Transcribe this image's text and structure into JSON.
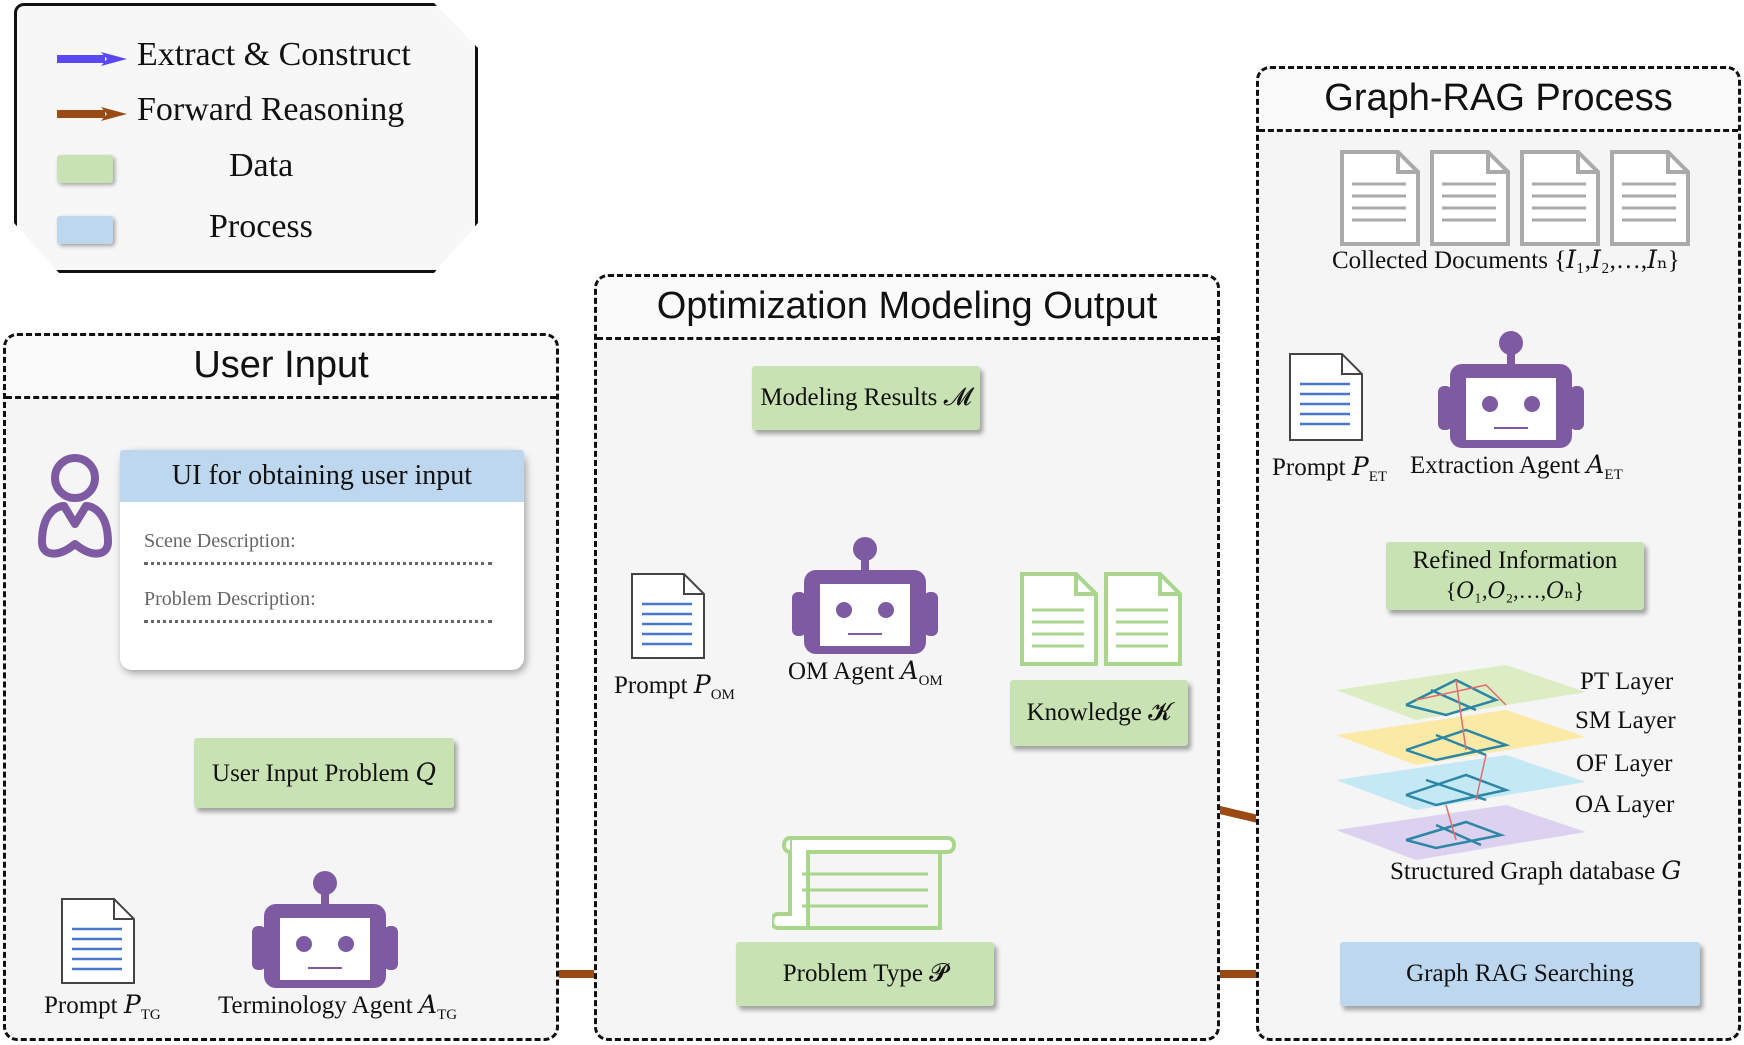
{
  "legend": {
    "extract": "Extract & Construct",
    "forward": "Forward Reasoning",
    "data": "Data",
    "process": "Process"
  },
  "colors": {
    "extract_arrow": "#5b48f5",
    "forward_arrow": "#9a4a12",
    "data_fill": "#c9e2b3",
    "process_fill": "#bdd7ee",
    "robot": "#7e5aa3"
  },
  "panels": {
    "user_input": "User Input",
    "om_output": "Optimization Modeling Output",
    "graph_rag": "Graph-RAG Process"
  },
  "user_input": {
    "ui_title": "UI for obtaining user input",
    "scene_label": "Scene Description:",
    "problem_label": "Problem Description:",
    "problem_box": "User Input Problem 𝑄",
    "prompt_label": "Prompt 𝑃",
    "prompt_sub": "TG",
    "agent_label": "Terminology Agent 𝐴",
    "agent_sub": "TG"
  },
  "om_output": {
    "results_box": "Modeling Results 𝓜",
    "prompt_label": "Prompt 𝑃",
    "prompt_sub": "OM",
    "agent_label": "OM Agent 𝐴",
    "agent_sub": "OM",
    "knowledge_box": "Knowledge 𝓚",
    "type_box": "Problem Type 𝓟"
  },
  "graph_rag": {
    "docs_label": "Collected Documents {𝐼₁,𝐼₂,…,𝐼ₙ}",
    "prompt_label": "Prompt 𝑃",
    "prompt_sub": "ET",
    "agent_label": "Extraction Agent 𝐴",
    "agent_sub": "ET",
    "refined_title": "Refined Information",
    "refined_set": "{𝑂₁,𝑂₂,…,𝑂ₙ}",
    "layers": [
      "PT Layer",
      "SM Layer",
      "OF Layer",
      "OA Layer"
    ],
    "db_label": "Structured Graph database 𝐺",
    "search_box": "Graph RAG Searching"
  }
}
